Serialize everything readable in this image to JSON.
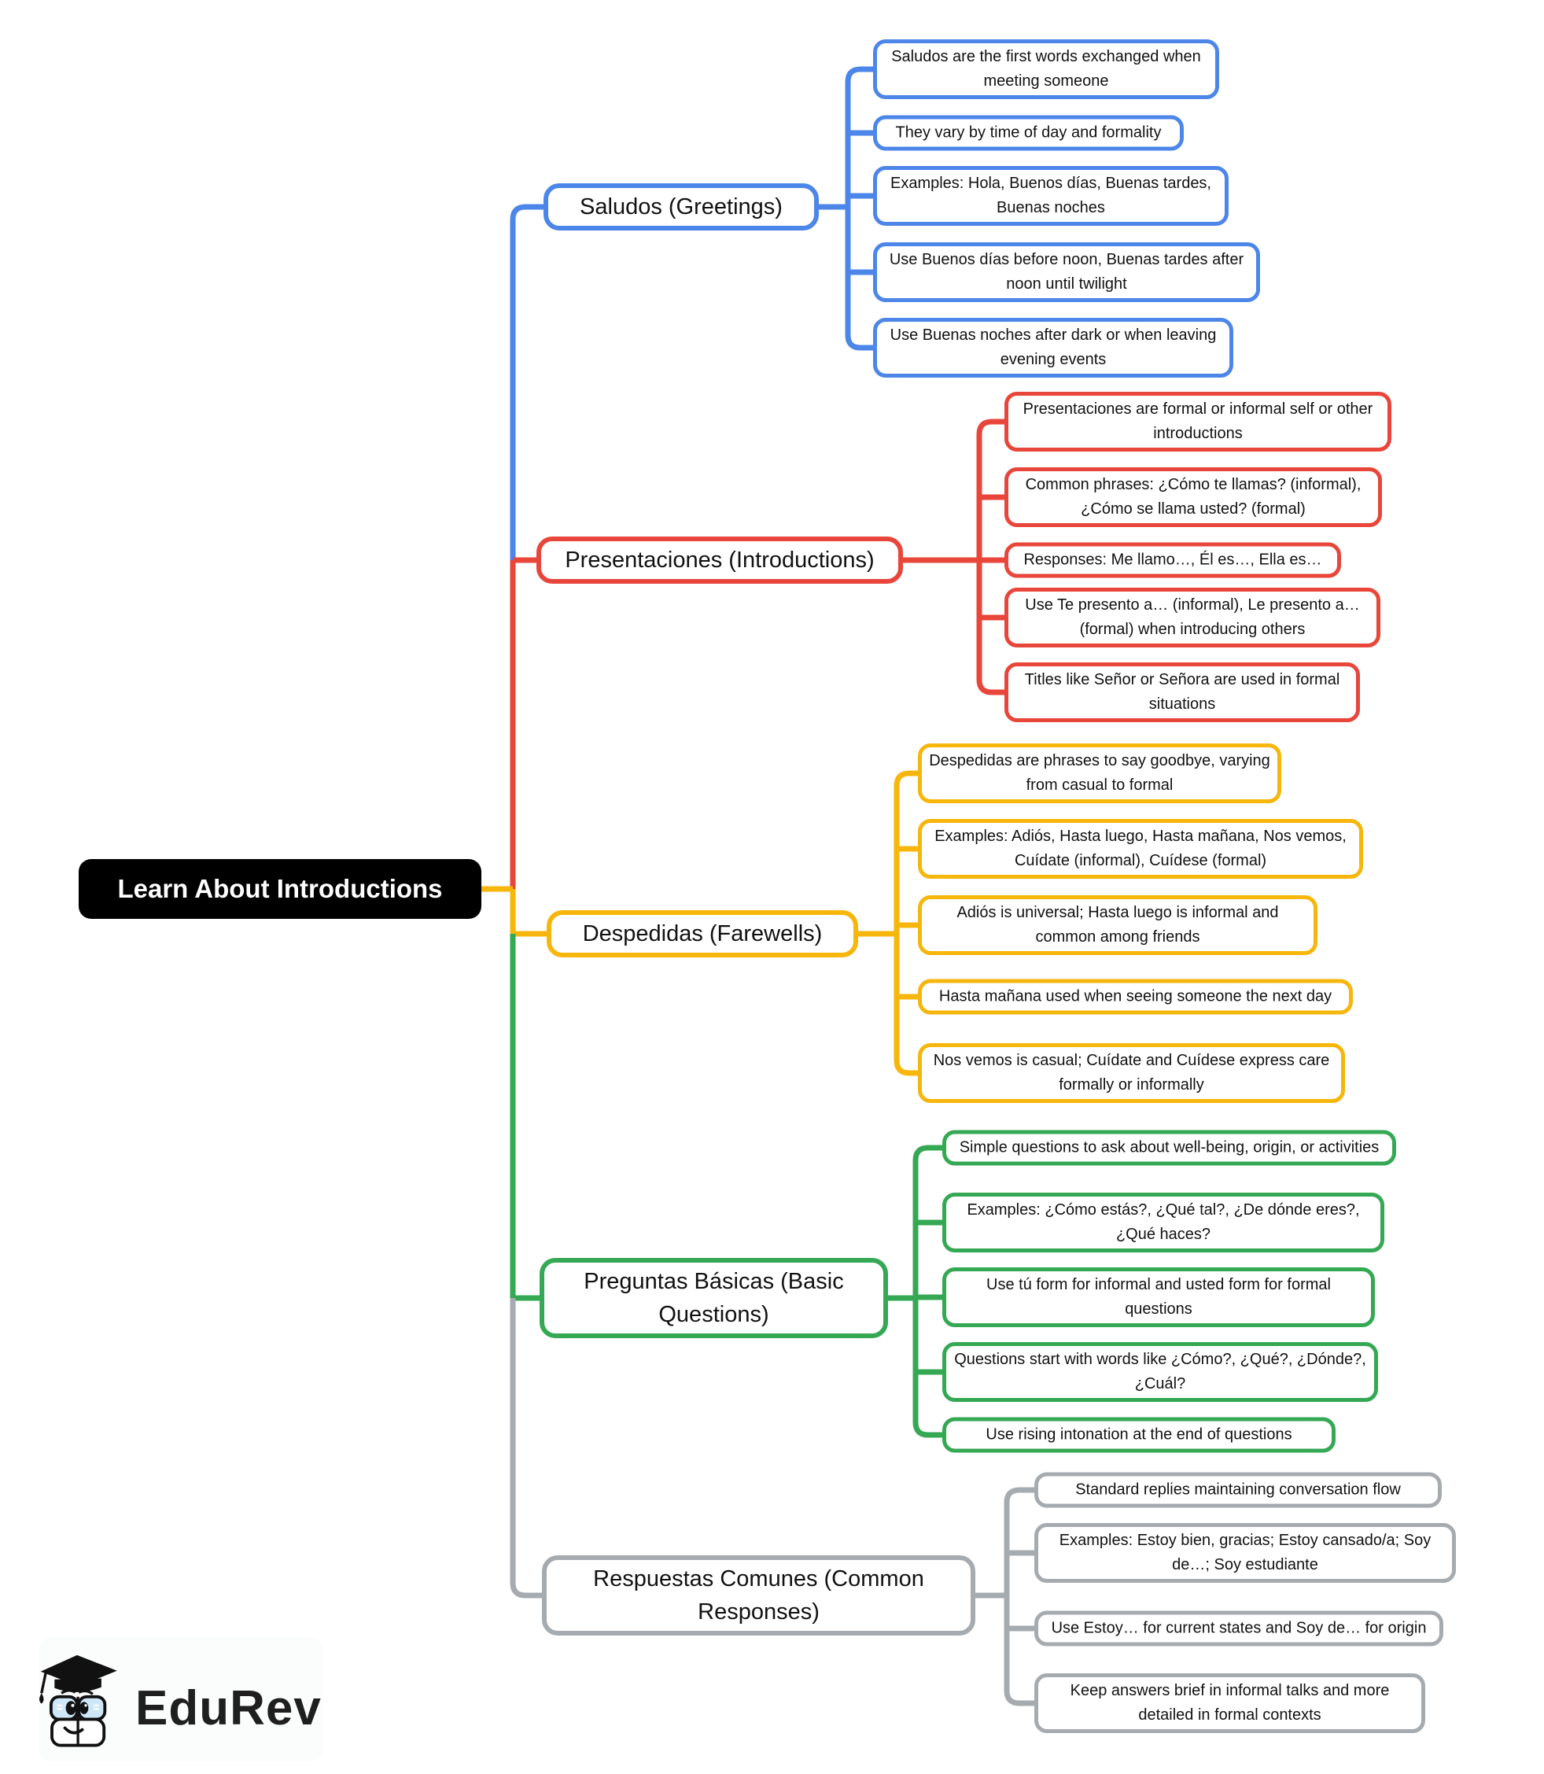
{
  "root": {
    "label": "Learn About Introductions",
    "bg": "#000000"
  },
  "branding": {
    "name": "EduRev",
    "text_color": "#1f1f1f",
    "book_color": "#cfe8f7"
  },
  "branches": [
    {
      "label": "Saludos (Greetings)",
      "color": "#4C86E8",
      "children": [
        "Saludos are the first words exchanged when meeting someone",
        "They vary by time of day and formality",
        "Examples: Hola, Buenos días, Buenas tardes, Buenas noches",
        "Use Buenos días before noon, Buenas tardes after noon until twilight",
        "Use Buenas noches after dark or when leaving evening events"
      ]
    },
    {
      "label": "Presentaciones (Introductions)",
      "color": "#E8463A",
      "children": [
        "Presentaciones are formal or informal self or other introductions",
        "Common phrases: ¿Cómo te llamas? (informal), ¿Cómo se llama usted? (formal)",
        "Responses: Me llamo…, Él es…, Ella es…",
        "Use Te presento a… (informal), Le presento a… (formal) when introducing others",
        "Titles like Señor or Señora are used in formal situations"
      ]
    },
    {
      "label": "Despedidas (Farewells)",
      "color": "#F6B60B",
      "children": [
        "Despedidas are phrases to say goodbye, varying from casual to formal",
        "Examples: Adiós, Hasta luego, Hasta mañana, Nos vemos, Cuídate (informal), Cuídese (formal)",
        "Adiós is universal; Hasta luego is informal and common among friends",
        "Hasta mañana used when seeing someone the next day",
        "Nos vemos is casual; Cuídate and Cuídese express care formally or informally"
      ]
    },
    {
      "label": "Preguntas Básicas (Basic Questions)",
      "color": "#35A854",
      "children": [
        "Simple questions to ask about well-being, origin, or activities",
        "Examples: ¿Cómo estás?, ¿Qué tal?, ¿De dónde eres?, ¿Qué haces?",
        "Use tú form for informal and usted form for formal questions",
        "Questions start with words like ¿Cómo?, ¿Qué?, ¿Dónde?, ¿Cuál?",
        "Use rising intonation at the end of questions"
      ]
    },
    {
      "label": "Respuestas Comunes (Common Responses)",
      "color": "#A6ABB0",
      "children": [
        "Standard replies maintaining conversation flow",
        "Examples: Estoy bien, gracias; Estoy cansado/a; Soy de…; Soy estudiante",
        "Use Estoy… for current states and Soy de… for origin",
        "Keep answers brief in informal talks and more detailed in formal contexts"
      ]
    }
  ]
}
